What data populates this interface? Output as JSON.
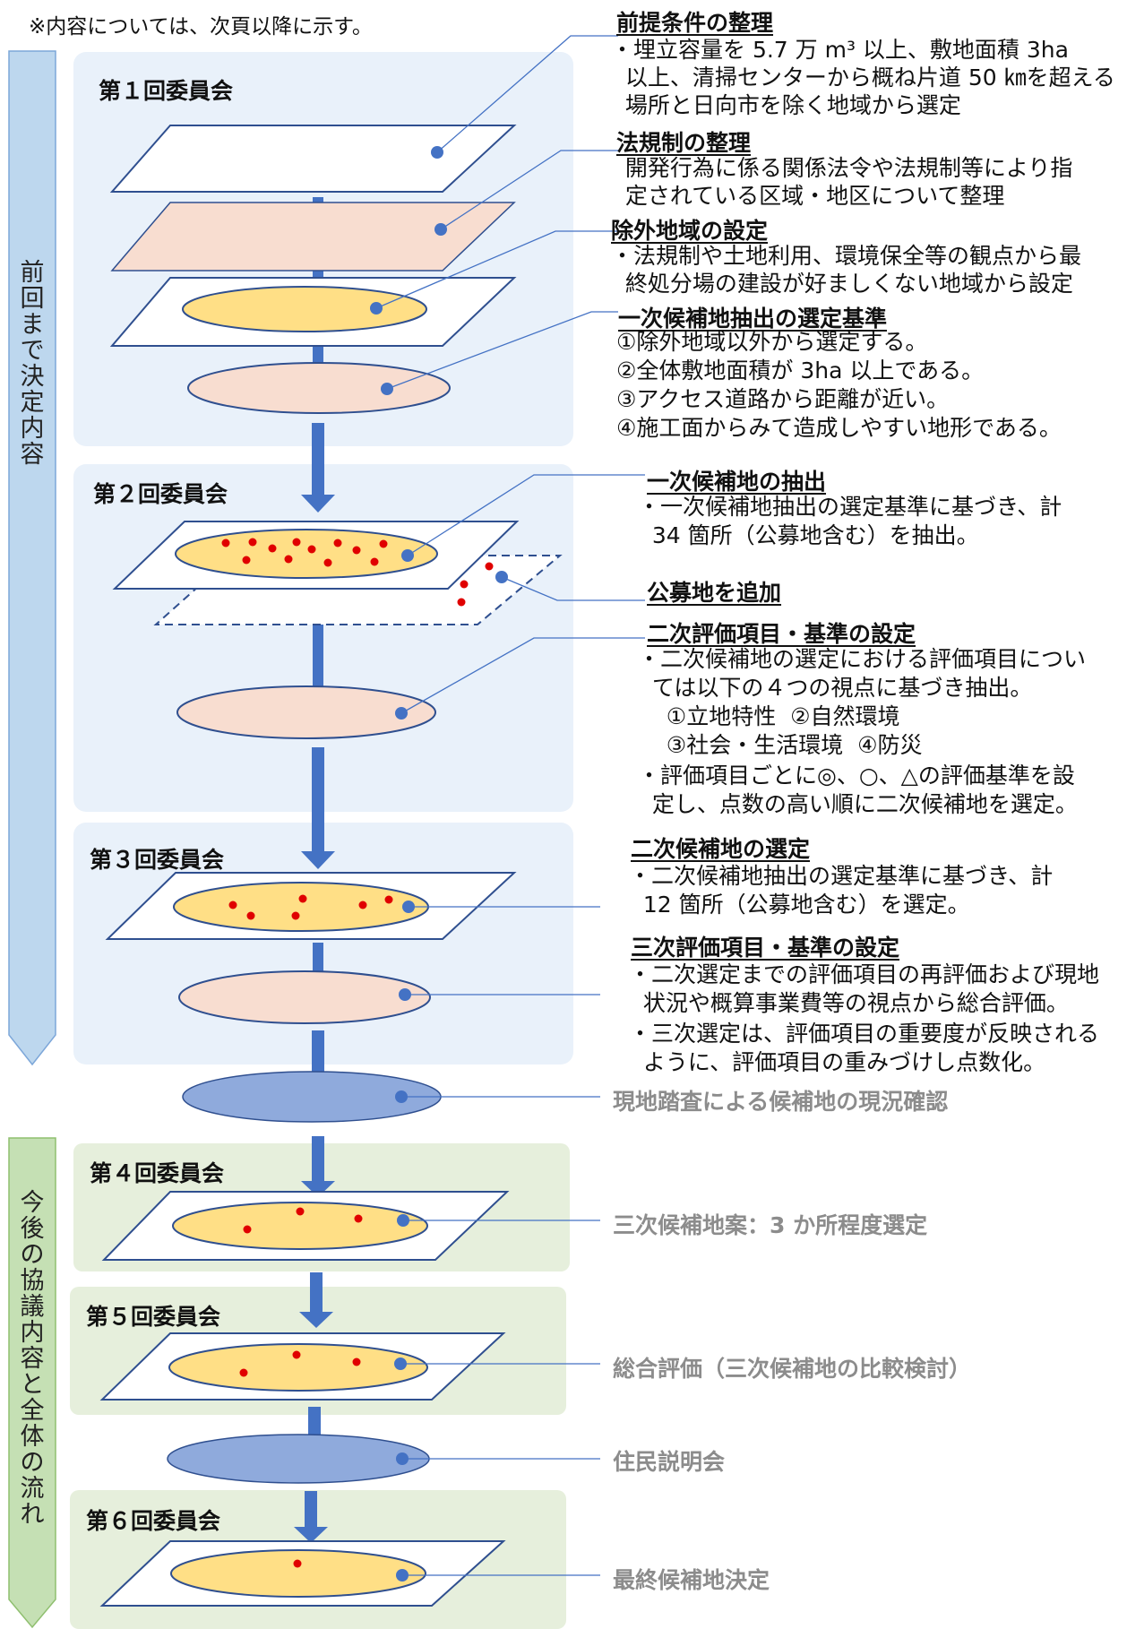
{
  "header_note": "※内容については、次頁以降に示す。",
  "side_labels": {
    "decided": "前回まで決定内容",
    "future": "今後の協議内容と全体の流れ"
  },
  "committees": {
    "c1": "第１回委員会",
    "c2": "第２回委員会",
    "c3": "第３回委員会",
    "c4": "第４回委員会",
    "c5": "第５回委員会",
    "c6": "第６回委員会"
  },
  "sections": [
    {
      "key": "s1",
      "title": "前提条件の整理",
      "lines": [
        "・埋立容量を 5.7 万 m³ 以上、敷地面積 3ha",
        "  以上、清掃センターから概ね片道 50 ㎞を超える",
        "  場所と日向市を除く地域から選定"
      ]
    },
    {
      "key": "s2",
      "title": "法規制の整理",
      "lines": [
        "  開発行為に係る関係法令や法規制等により指",
        "  定されている区域・地区について整理"
      ]
    },
    {
      "key": "s3",
      "title": "除外地域の設定",
      "lines": [
        "・法規制や土地利用、環境保全等の観点から最",
        "  終処分場の建設が好ましくない地域から設定"
      ]
    },
    {
      "key": "s4",
      "title": "一次候補地抽出の選定基準",
      "lines": [
        "①除外地域以外から選定する。",
        "②全体敷地面積が 3ha 以上である。",
        "③アクセス道路から距離が近い。",
        "④施工面からみて造成しやすい地形である。"
      ]
    },
    {
      "key": "s5",
      "title": "一次候補地の抽出",
      "lines": [
        "・一次候補地抽出の選定基準に基づき、計",
        "  34 箇所（公募地含む）を抽出。"
      ]
    },
    {
      "key": "s6",
      "title": "公募地を追加",
      "lines": []
    },
    {
      "key": "s7",
      "title": "二次評価項目・基準の設定",
      "lines": [
        "・二次候補地の選定における評価項目につい",
        "  ては以下の４つの視点に基づき抽出。",
        "    ①立地特性  ②自然環境",
        "    ③社会・生活環境  ④防災",
        "・評価項目ごとに◎、○、△の評価基準を設",
        "  定し、点数の高い順に二次候補地を選定。"
      ]
    },
    {
      "key": "s8",
      "title": "二次候補地の選定",
      "lines": [
        "・二次候補地抽出の選定基準に基づき、計",
        "  12 箇所（公募地含む）を選定。"
      ]
    },
    {
      "key": "s9",
      "title": "三次評価項目・基準の設定",
      "lines": [
        "・二次選定までの評価項目の再評価および現地",
        "  状況や概算事業費等の視点から総合評価。",
        "・三次選定は、評価項目の重要度が反映される",
        "  ように、評価項目の重みづけし点数化。"
      ]
    }
  ],
  "future_steps": {
    "site_check": "現地踏査による候補地の現況確認",
    "third_candidates": "三次候補地案：3 か所程度選定",
    "overall_eval": "総合評価（三次候補地の比較検討）",
    "briefing": "住民説明会",
    "final": "最終候補地決定"
  },
  "colors": {
    "panel_blue": "#e9f1fa",
    "panel_green": "#e6efdc",
    "arrow_blue": "#4472c4",
    "side_blue": "#bdd7ee",
    "side_green": "#c5e0b4",
    "peach": "#f8ddd0",
    "yellow": "#ffdf86",
    "dark_blue": "#8faadc",
    "dot_red": "#e00000",
    "connector": "#4472c4"
  }
}
